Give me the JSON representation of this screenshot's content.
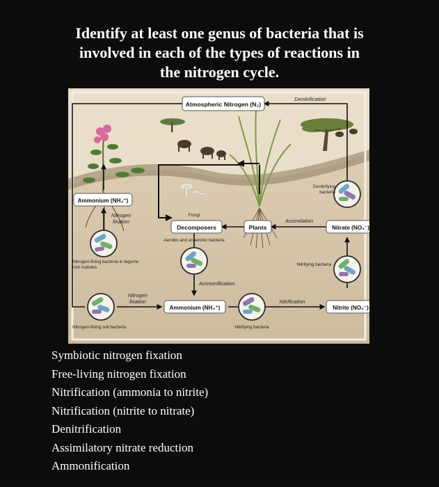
{
  "question": {
    "lines": [
      "Identify at least one genus of bacteria that is",
      "involved in each of the types of reactions in",
      "the nitrogen cycle."
    ]
  },
  "diagram": {
    "atmospheric_nitrogen": "Atmospheric Nitrogen (N₂)",
    "denitrification_top": "Denitrification",
    "ammonium_left": "Ammonium (NH₄⁺)",
    "nitrogen_fixation_1": "Nitrogen fixation",
    "nitrogen_fixing_nodule_bacteria": "Nitrogen-fixing bacteria in legume root nodules",
    "fungi": "Fungi",
    "decomposers": "Decomposers",
    "plants": "Plants",
    "aerobic_anaerobic": "Aerobic and anaerobic bacteria",
    "assimilation": "Assimilation",
    "denitrifying_bacteria": "Denitrifying bacteria",
    "nitrate": "Nitrate (NO₃⁻)",
    "nitrifying_bacteria_right": "Nitrifying bacteria",
    "ammonification": "Ammonification",
    "nitrogen_fixation_2": "Nitrogen fixation",
    "ammonium_bottom": "Ammonium (NH₄⁺)",
    "nitrification": "Nitrification",
    "nitrite": "Nitrite (NO₂⁻)",
    "nitrogen_fixing_soil_bacteria": "Nitrogen-fixing soil bacteria",
    "nitrifying_bacteria_bottom": "Nitrifying bacteria"
  },
  "reaction_list": [
    "Symbiotic nitrogen fixation",
    "Free-living nitrogen fixation",
    "Nitrification (ammonia to nitrite)",
    "Nitrification (nitrite to nitrate)",
    "Denitrification",
    "Assimilatory nitrate reduction",
    "Ammonification"
  ]
}
